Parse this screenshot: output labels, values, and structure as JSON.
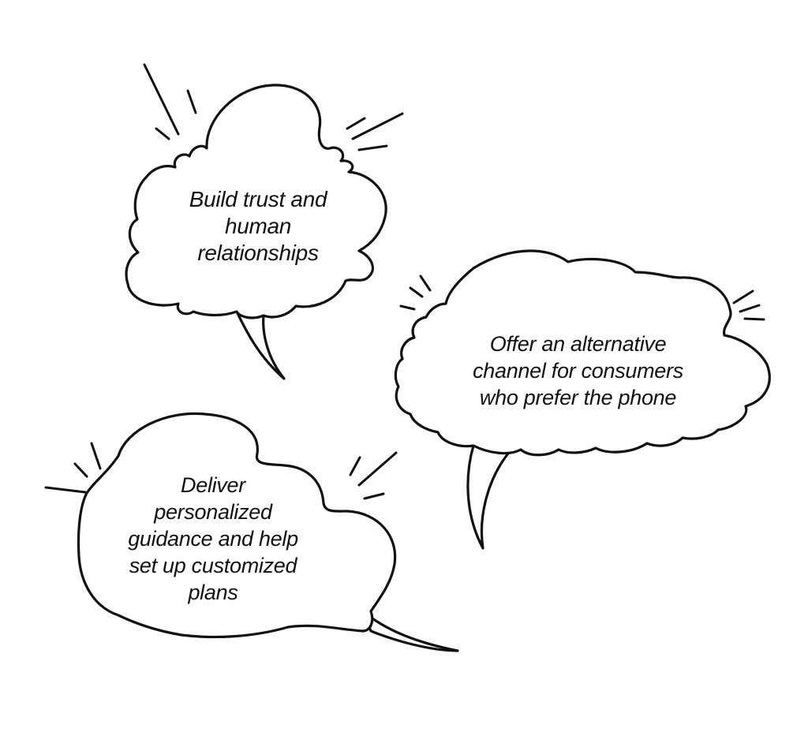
{
  "bubbles": {
    "trust": {
      "lines": [
        "Build trust and",
        "human",
        "relationships"
      ]
    },
    "channel": {
      "lines": [
        "Offer an alternative",
        "channel for consumers",
        "who prefer the phone"
      ]
    },
    "guidance": {
      "lines": [
        "Deliver",
        "personalized",
        "guidance and help",
        "set up customized",
        "plans"
      ]
    }
  },
  "colors": {
    "ink": "#111111",
    "background": "#ffffff"
  }
}
